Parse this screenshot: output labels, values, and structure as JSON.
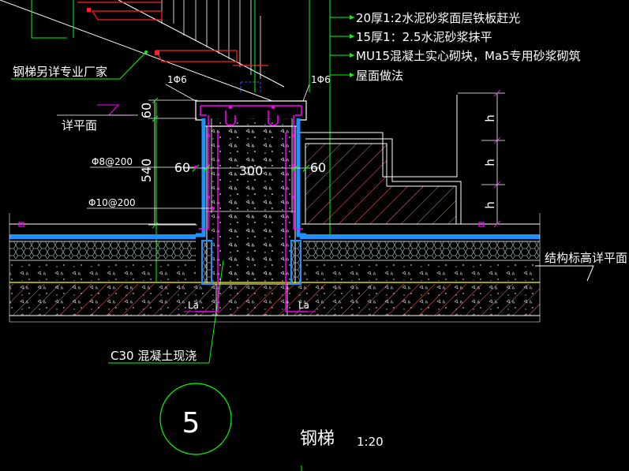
{
  "drawing": {
    "title": "钢梯",
    "scale": "1:20",
    "detail_number": "5"
  },
  "layer_notes": [
    "20厚1:2水泥砂浆面层铁板赶光",
    "15厚1：2.5水泥砂浆抹平",
    "MU15混凝土实心砌块，Ma5专用砂浆砌筑",
    "屋面做法"
  ],
  "labels": {
    "steel_stair_note": "钢梯另详专业厂家",
    "see_plan": "详平面",
    "structure_elevation": "结构标高详平面",
    "concrete_note": "C30 混凝土现浇",
    "rebar_top_left": "1Φ6",
    "rebar_top_right": "1Φ6",
    "rebar_8": "Φ8@200",
    "rebar_10": "Φ10@200",
    "la_left": "La",
    "la_right": "La"
  },
  "dimensions": {
    "height_total": "540",
    "height_top": "60",
    "width_left": "60",
    "width_mid": "300",
    "width_right": "60",
    "step_h1": "h",
    "step_h2": "h",
    "step_h3": "h"
  },
  "colors": {
    "background": "#000000",
    "text": "#ffffff",
    "leader": "#00ff00",
    "rebar": "#ff00ff",
    "waterproof": "#1e90ff",
    "hatch": "#ff7070",
    "level_line": "#ffff00",
    "stair": "#ff2020"
  }
}
